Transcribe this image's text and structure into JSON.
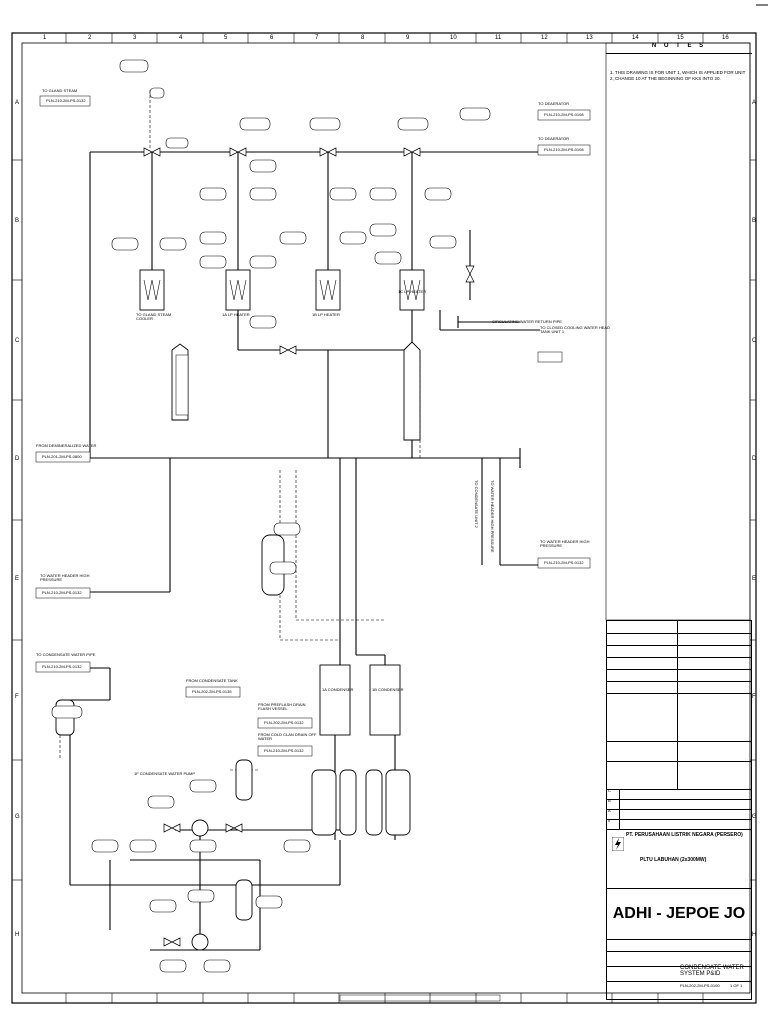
{
  "sheet": {
    "columns": [
      "1",
      "2",
      "3",
      "4",
      "5",
      "6",
      "7",
      "8",
      "9",
      "10",
      "11",
      "12",
      "13",
      "14",
      "15",
      "16"
    ],
    "rows": [
      "A",
      "B",
      "C",
      "D",
      "E",
      "F",
      "G",
      "H"
    ]
  },
  "notes": {
    "header": "N O T E S",
    "items": [
      "1.  THIS DRAWING IS FOR UNIT 1, WHICH IS APPLIED FOR UNIT 2, CHANGE 10 AT THE BEGINNING OF KKS INTO 20."
    ]
  },
  "labels": {
    "to_gland_steam": "TO GLAND STEAM",
    "to_deaerator_1": "TO DEAERATOR",
    "to_deaerator_2": "TO DEAERATOR",
    "ref_1": "PLN-210-2M-PS-0132",
    "ref_2": "PLN-210-2M-PS-0108",
    "ref_3": "PLN-210-2M-PS-0108",
    "from_demin": "FROM DEMINERALIZED WATER",
    "ref_demin": "PLN-201-2M-PS-0800",
    "to_water_header_1": "TO WATER HEADER HIGH PRESSURE",
    "ref_wh1": "PLN-210-2M-PS-0132",
    "to_condensate_pipe": "TO CONDENSATE WATER PIPE",
    "ref_cwp": "PLN-210-2M-PS-0132",
    "to_closed_cooling": "TO CLOSED COOLING WATER HEAD TANK UNIT 1",
    "circ_water": "CIRCULATING WATER RETURN PIPE",
    "to_water_header_2": "TO WATER HEADER HIGH PRESSURE",
    "ref_wh2": "PLN-210-2M-PS-0132",
    "from_condensate_tank": "FROM CONDENSATE TANK",
    "ref_ct": "PLN-202-2M-PS-0135",
    "from_preflash": "FROM PREFLASH DRAIN FLASH VESSEL",
    "ref_pf": "PLN-202-2M-PS-0132",
    "from_cold_drain": "FROM COLD CLAN DRAIN OFF WATER",
    "ref_cd": "PLN-210-2M-PS-0132",
    "condensate_pump": "1F CONDENSATE WATER PUMP",
    "condenser_a": "1A CONDENSER",
    "condenser_b": "1B CONDENSER",
    "lp_heater_1": "1A LP HEATER",
    "lp_heater_2": "1B LP HEATER",
    "lp_heater_3": "1C LP HEATER",
    "gland_cooler": "TO GLAND STEAM COOLER",
    "to_condenser_unit2": "TO CONDENSATE UNIT 2",
    "to_water_header_3": "TO WATER HEADER HIGH PRESSURE"
  },
  "titleblock": {
    "company": "PT. PERUSAHAAN LISTRIK NEGARA (PERSERO)",
    "plant": "PLTU LABUHAN (2x300MW)",
    "contractor": "ADHI - JEPOE JO",
    "drawing_title": "CONDENSATE WATER SYSTEM P&ID",
    "drawing_no": "PLN-202-2M-PS-0100",
    "sheet": "1 OF 1",
    "rev_rows": [
      "C",
      "B",
      "A",
      "0"
    ]
  }
}
